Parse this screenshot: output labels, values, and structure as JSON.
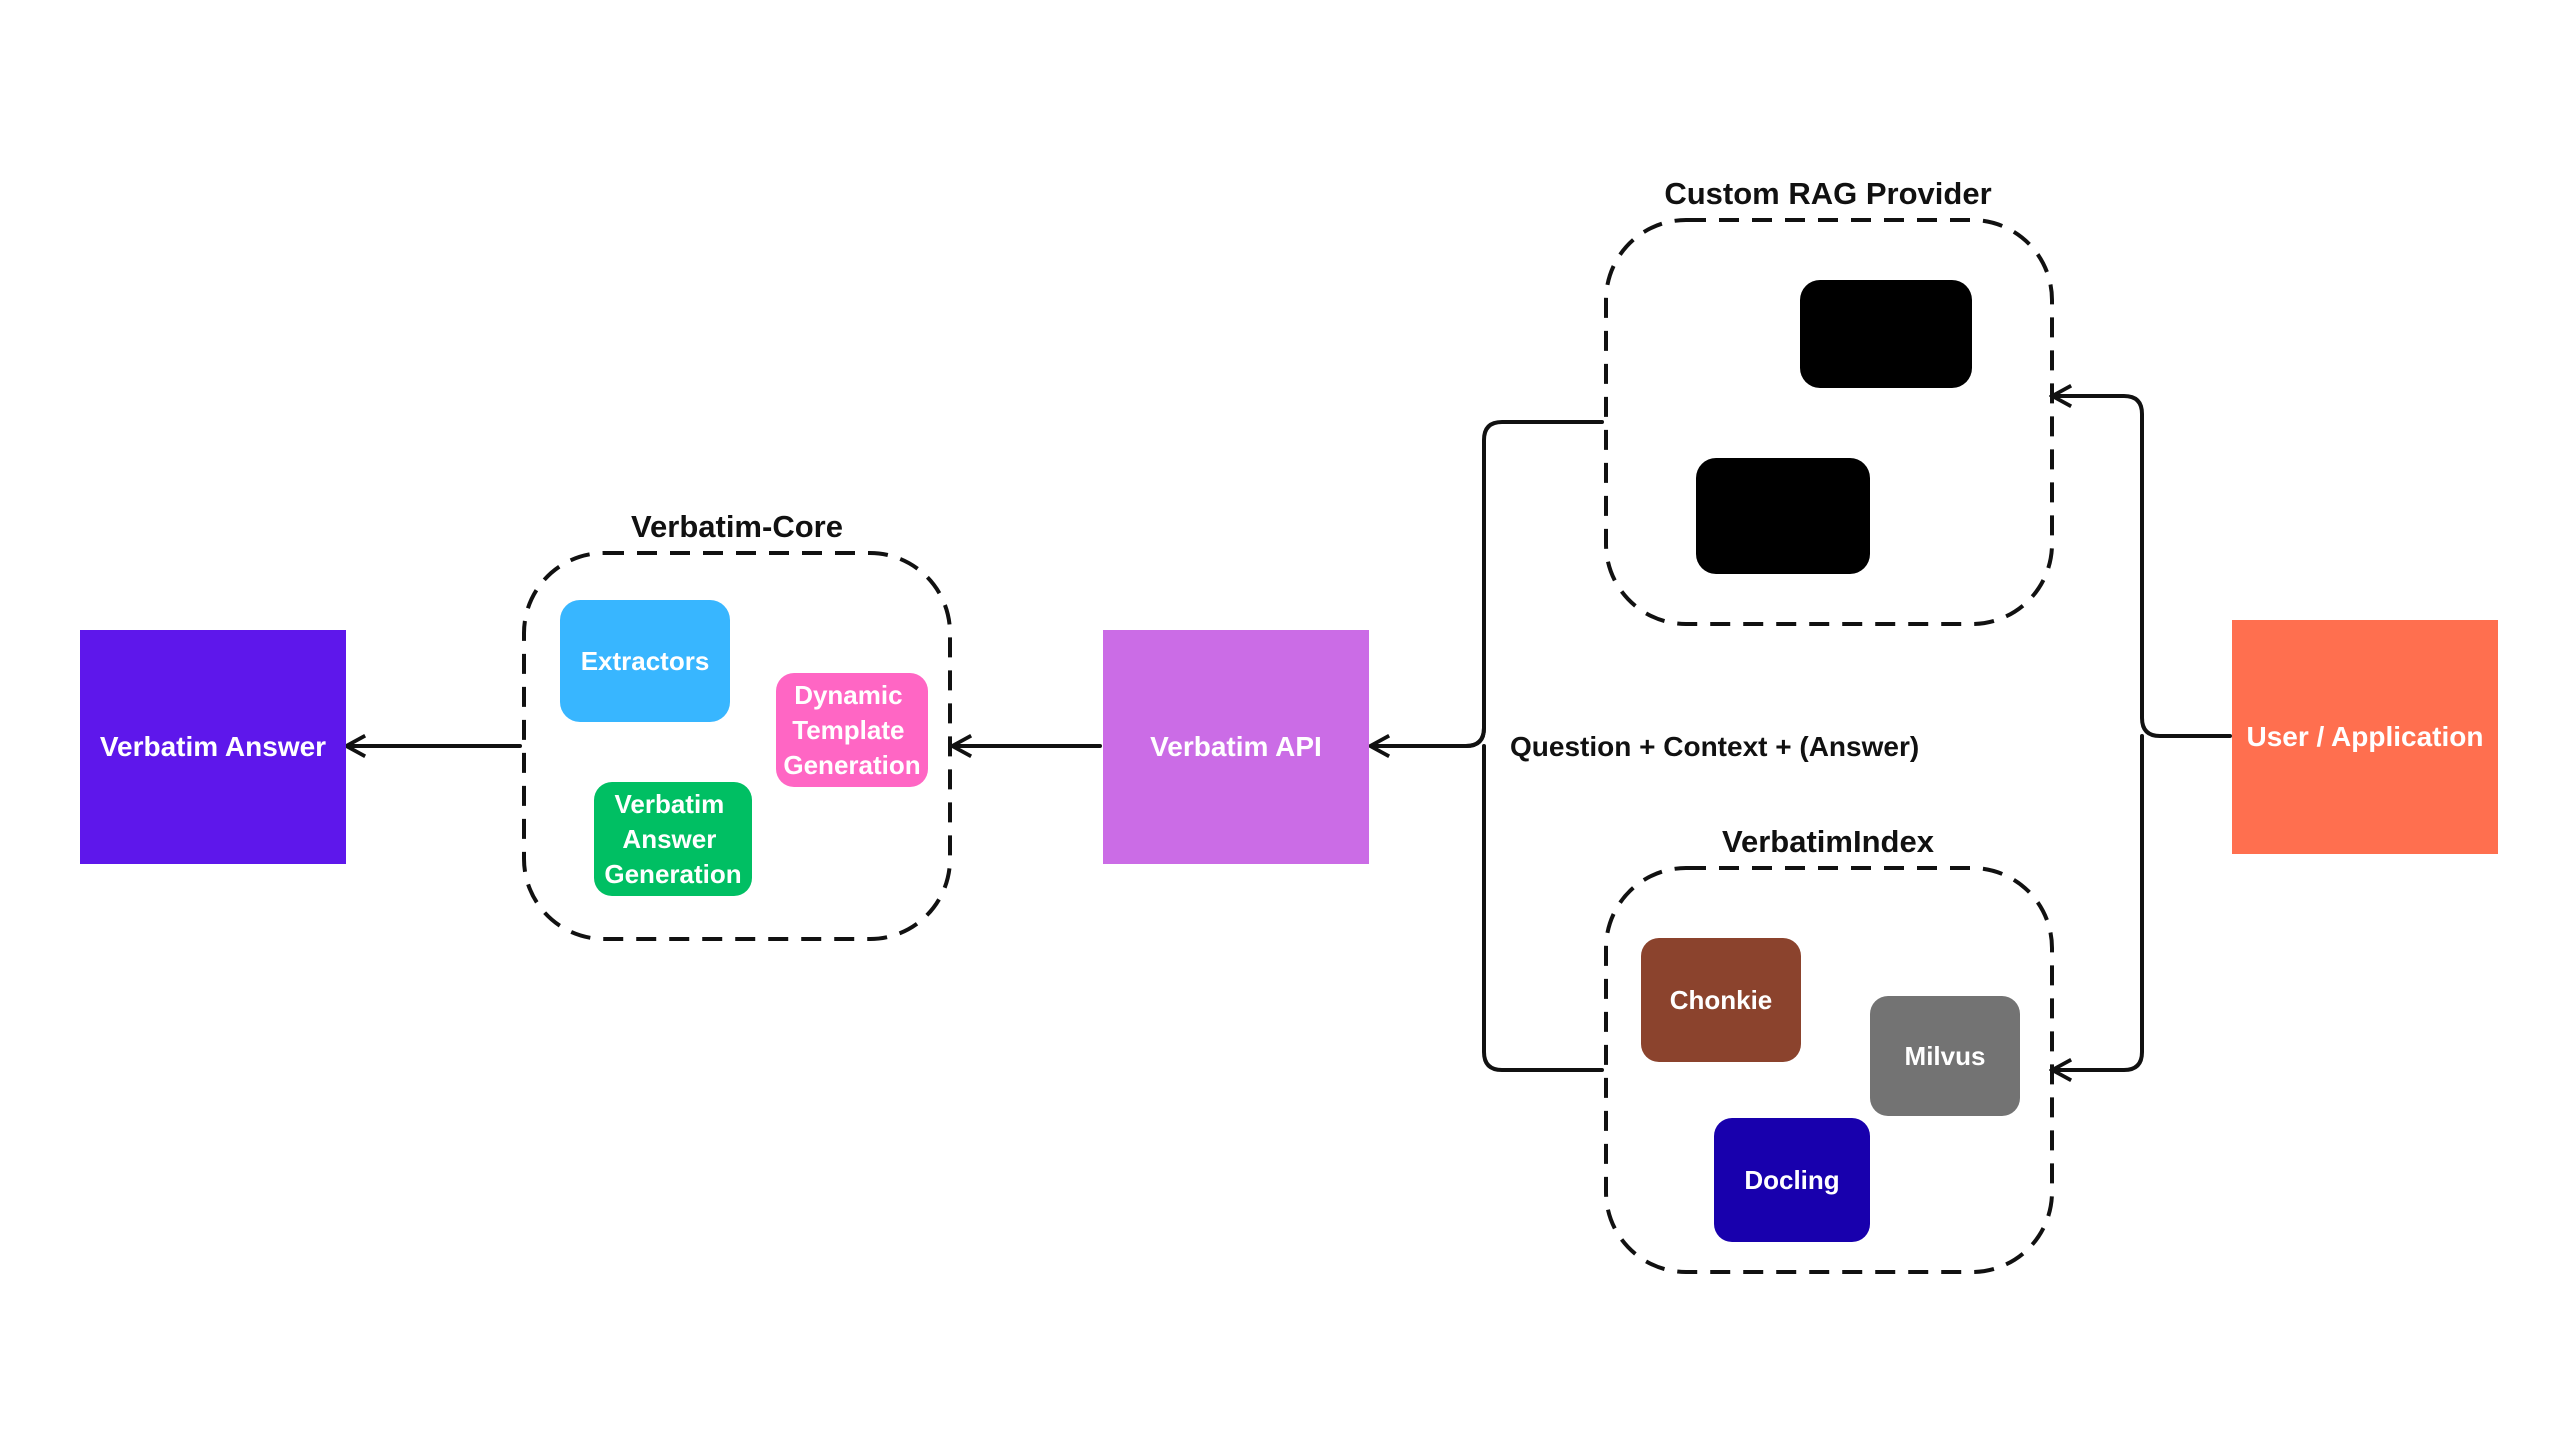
{
  "colors": {
    "verbatim_answer": "#5e17eb",
    "verbatim_api": "#cb6ce6",
    "user_application": "#ff6f4f",
    "extractors": "#38b6ff",
    "dynamic_template": "#ff66c4",
    "verbatim_answer_generation": "#00bf63",
    "chonkie": "#8b432d",
    "milvus": "#737373",
    "docling": "#1800ad",
    "black_box": "#000000"
  },
  "nodes": {
    "verbatim_answer": "Verbatim Answer",
    "verbatim_api": "Verbatim API",
    "user_application": "User / Application"
  },
  "groups": {
    "core": {
      "title": "Verbatim-Core",
      "extractors": "Extractors",
      "dynamic_template": [
        "Dynamic",
        "Template",
        "Generation"
      ],
      "answer_generation": [
        "Verbatim",
        "Answer",
        "Generation"
      ]
    },
    "custom_rag": {
      "title": "Custom RAG Provider"
    },
    "index": {
      "title": "VerbatimIndex",
      "chonkie": "Chonkie",
      "milvus": "Milvus",
      "docling": "Docling"
    }
  },
  "edge_label": "Question + Context + (Answer)"
}
